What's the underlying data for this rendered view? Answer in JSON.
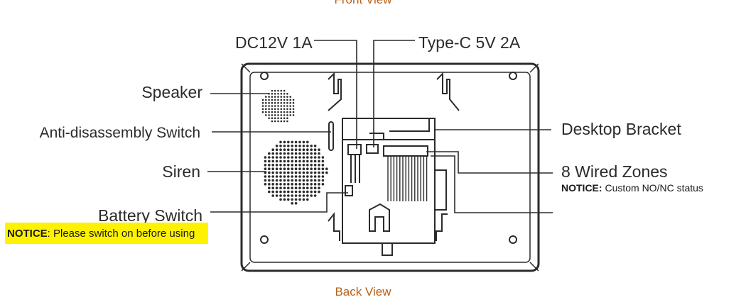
{
  "top_caption": "Front View",
  "bottom_caption": "Back View",
  "labels": {
    "dc": "DC12V 1A",
    "typec": "Type-C 5V 2A",
    "speaker": "Speaker",
    "anti": "Anti-disassembly Switch",
    "siren": "Siren",
    "battery": "Battery Switch",
    "desktop": "Desktop Bracket",
    "zones": "8 Wired Zones"
  },
  "notices": {
    "battery_key": "NOTICE",
    "battery_text": ": Please switch on before using",
    "zones_key": "NOTICE:",
    "zones_text": " Custom NO/NC status"
  },
  "colors": {
    "caption": "#b8601a",
    "highlight": "#fff200",
    "line": "#2b2b2b"
  }
}
